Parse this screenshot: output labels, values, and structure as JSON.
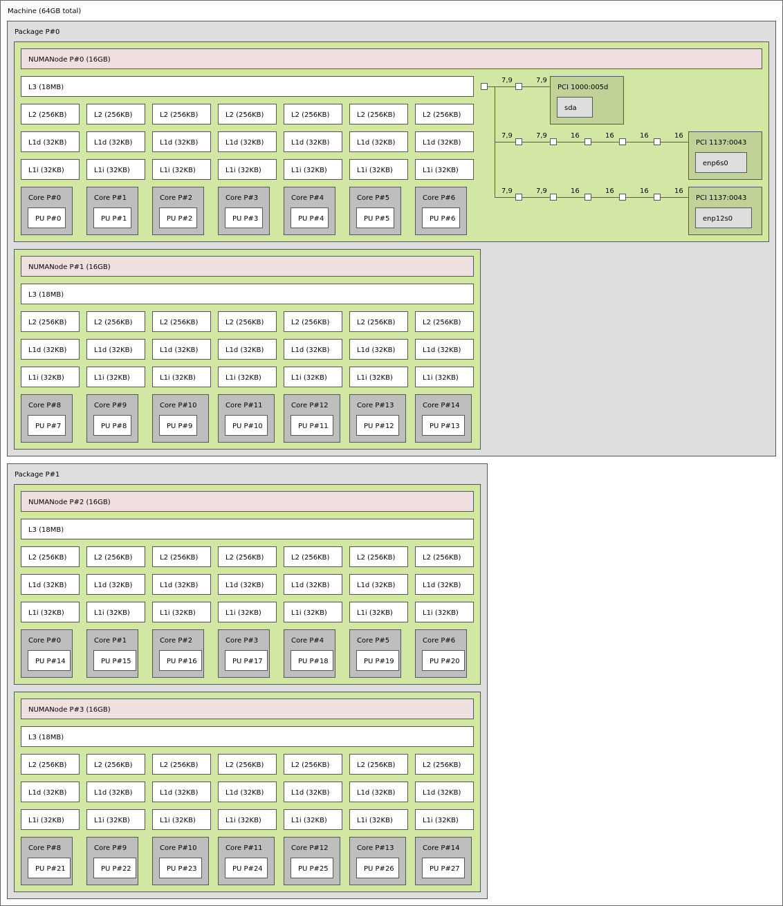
{
  "machine": {
    "label": "Machine (64GB total)"
  },
  "packages": [
    {
      "label": "Package P#0",
      "numa": [
        {
          "label": "NUMANode P#0 (16GB)",
          "l3": "L3 (18MB)",
          "cores": [
            "Core P#0",
            "Core P#1",
            "Core P#2",
            "Core P#3",
            "Core P#4",
            "Core P#5",
            "Core P#6"
          ],
          "pus": [
            "PU P#0",
            "PU P#1",
            "PU P#2",
            "PU P#3",
            "PU P#4",
            "PU P#5",
            "PU P#6"
          ]
        },
        {
          "label": "NUMANode P#1 (16GB)",
          "l3": "L3 (18MB)",
          "cores": [
            "Core P#8",
            "Core P#9",
            "Core P#10",
            "Core P#11",
            "Core P#12",
            "Core P#13",
            "Core P#14"
          ],
          "pus": [
            "PU P#7",
            "PU P#8",
            "PU P#9",
            "PU P#10",
            "PU P#11",
            "PU P#12",
            "PU P#13"
          ]
        }
      ]
    },
    {
      "label": "Package P#1",
      "numa": [
        {
          "label": "NUMANode P#2 (16GB)",
          "l3": "L3 (18MB)",
          "cores": [
            "Core P#0",
            "Core P#1",
            "Core P#2",
            "Core P#3",
            "Core P#4",
            "Core P#5",
            "Core P#6"
          ],
          "pus": [
            "PU P#14",
            "PU P#15",
            "PU P#16",
            "PU P#17",
            "PU P#18",
            "PU P#19",
            "PU P#20"
          ]
        },
        {
          "label": "NUMANode P#3 (16GB)",
          "l3": "L3 (18MB)",
          "cores": [
            "Core P#8",
            "Core P#9",
            "Core P#10",
            "Core P#11",
            "Core P#12",
            "Core P#13",
            "Core P#14"
          ],
          "pus": [
            "PU P#21",
            "PU P#22",
            "PU P#23",
            "PU P#24",
            "PU P#25",
            "PU P#26",
            "PU P#27"
          ]
        }
      ]
    }
  ],
  "caches": {
    "l2": "L2 (256KB)",
    "l1d": "L1d (32KB)",
    "l1i": "L1i (32KB)"
  },
  "pci": [
    {
      "label": "PCI 1000:005d",
      "device": "sda",
      "links": [
        "7,9",
        "7,9"
      ]
    },
    {
      "label": "PCI 1137:0043",
      "device": "enp6s0",
      "links": [
        "7,9",
        "7,9",
        "16",
        "16",
        "16",
        "16"
      ]
    },
    {
      "label": "PCI 1137:0043",
      "device": "enp12s0",
      "links": [
        "7,9",
        "7,9",
        "16",
        "16",
        "16",
        "16"
      ]
    }
  ]
}
